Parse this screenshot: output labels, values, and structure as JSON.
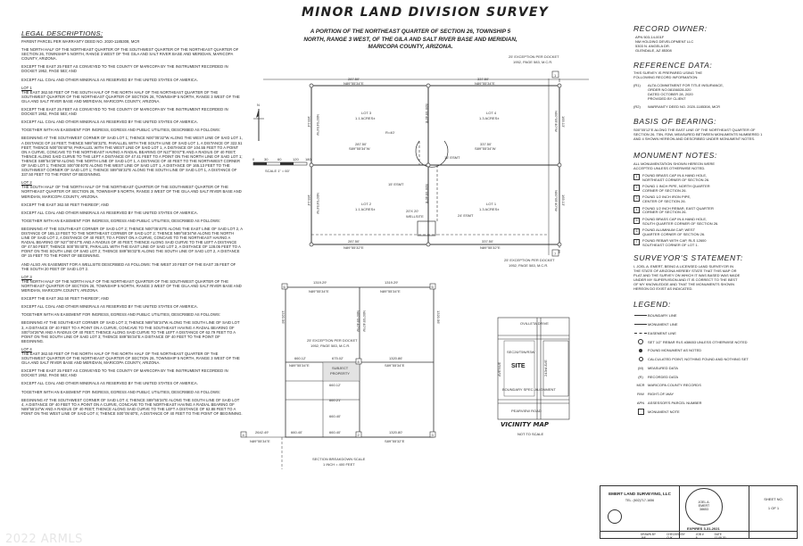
{
  "header": {
    "title": "MINOR LAND DIVISION SURVEY",
    "subtitle_lines": [
      "A PORTION OF THE NORTHEAST QUARTER OF SECTION 26, TOWNSHIP 5",
      "NORTH, RANGE 3 WEST, OF THE GILA AND SALT RIVER BASE AND MERIDIAN,",
      "MARICOPA COUNTY, ARIZONA."
    ]
  },
  "legal": {
    "heading": "LEGAL DESCRIPTIONS:",
    "intro": "PARENT PARCEL PER WARRANTY DEED NO. 2020-1185308, MCR",
    "paragraphs": [
      "THE NORTH HALF OF THE NORTHEAST QUARTER OF THE SOUTHWEST QUARTER OF THE NORTHEAST QUARTER OF SECTION 26, TOWNSHIP 5 NORTH, RANGE 3 WEST OF THE GILA AND SALT RIVER BASE AND MERIDIAN, MARICOPA COUNTY, ARIZONA.",
      "EXCEPT THE EAST 25 FEET AS CONVEYED TO THE COUNTY OF MARICOPA BY THE INSTRUMENT RECORDED IN DOCKET 1952, PAGE 583; AND",
      "EXCEPT ALL COAL AND OTHER MINERALS AS RESERVED BY THE UNITED STATES OF AMERICA."
    ],
    "lot1_heading": "LOT 1",
    "lot1": [
      "THE EAST 362.50 FEET OF THE SOUTH HALF OF THE NORTH HALF OF THE NORTHEAST QUARTER OF THE SOUTHWEST QUARTER OF THE NORTHEAST QUARTER OF SECTION 26, TOWNSHIP 5 NORTH, RANGE 3 WEST OF THE GILA AND SALT RIVER BASE AND MERIDIAN, MARICOPA COUNTY, ARIZONA.",
      "EXCEPT THE EAST 25 FEET AS CONVEYED TO THE COUNTY OF MARICOPA BY THE INSTRUMENT RECORDED IN DOCKET 1952, PAGE 583; AND",
      "EXCEPT ALL COAL AND OTHER MINERALS AS RESERVED BY THE UNITED STATES OF AMERICA.",
      "TOGETHER WITH AN EASEMENT FOR INGRESS, EGRESS AND PUBLIC UTILITIES, DESCRIBED AS FOLLOWS:",
      "BEGINNING AT THE SOUTHWEST CORNER OF SAID LOT 1; THENCE N00°05'32\"W ALONG THE WEST LINE OF SAID LOT 1, A DISTANCE OF 24 FEET; THENCE N89°55'32\"E, PARALLEL WITH THE SOUTH LINE OF SAID LOT 1, A DISTANCE OF 322.51 FEET; THENCE N00°05'40\"W, PARALLEL WITH THE WEST LINE OF SAID LOT 1, A DISTANCE OF 104.55 FEET TO A POINT ON A CURVE, CONCAVE TO THE NORTHEAST HAVING A RADIAL BEARING OF N27°00'47\"E AND A RADIUS OF 40 FEET; THENCE ALONG SAID CURVE TO THE LEFT A DISTANCE OF 47.41 FEET TO A POINT ON THE NORTH LINE OF SAID LOT 1; THENCE S89°54'28\"W ALONG THE NORTH LINE OF SAID LOT 1, A DISTANCE OF 40 FEET TO THE NORTHWEST CORNER OF SAID LOT 1; THENCE S00°05'40\"E ALONG THE WEST LINE OF SAID LOT 1, A DISTANCE OF 165.13 FEET TO THE SOUTHWEST CORNER OF SAID LOT 1; THENCE S89°55'32\"E ALONG THE SOUTH LINE OF SAID LOT 1, A DISTANCE OF 337.50 FEET TO THE POINT OF BEGINNING."
    ],
    "lot2_heading": "LOT 2",
    "lot2": [
      "THE SOUTH HALF OF THE NORTH HALF OF THE NORTHEAST QUARTER OF THE SOUTHWEST QUARTER OF THE NORTHEAST QUARTER OF SECTION 26, TOWNSHIP 5 NORTH, RANGE 3 WEST OF THE GILA AND SALT RIVER BASE AND MERIDIAN, MARICOPA COUNTY, ARIZONA.",
      "EXCEPT THE EAST 362.50 FEET THEREOF; AND",
      "EXCEPT ALL COAL AND OTHER MINERALS AS RESERVED BY THE UNITED STATES OF AMERICA.",
      "TOGETHER WITH AN EASEMENT FOR INGRESS, EGRESS AND PUBLIC UTILITIES, DESCRIBED AS FOLLOWS:",
      "BEGINNING AT THE SOUTHEAST CORNER OF SAID LOT 2; THENCE N00°05'40\"E ALONG THE EAST LINE OF SAID LOT 2, A DISTANCE OF 165.13 FEET TO THE NORTHEAST CORNER OF SAID LOT 2; THENCE N89°55'34\"W ALONG THE NORTH LINE OF SAID LOT 2, A DISTANCE OF 40 FEET, TO A POINT ON A CURVE, CONCAVE TO THE NORTHEAST HAVING A RADIAL BEARING OF N27°00'47\"E AND A RADIUS OF 40 FEET; THENCE ALONG SAID CURVE TO THE LEFT A DISTANCE OF 47.50 FEET; THENCE S00°05'40\"E, PARALLEL WITH THE EAST LINE OF SAID LOT 2, A DISTANCE OF 128.05 FEET TO A POINT ON THE SOUTH LINE OF SAID LOT 2; THENCE S89°55'32\"E ALONG THE SOUTH LINE OF SAID LOT 2, A DISTANCE OF 15 FEET TO THE POINT OF BEGINNING.",
      "AND ALSO AN EASEMENT FOR A WELLSITE DESCRIBED AS FOLLOWS: THE WEST 20 FEET OF THE EAST 35 FEET OF THE SOUTH 20 FEET OF SAID LOT 2."
    ],
    "lot3_heading": "LOT 3",
    "lot3": [
      "THE NORTH HALF OF THE NORTH HALF OF THE NORTHEAST QUARTER OF THE SOUTHWEST QUARTER OF THE NORTHEAST QUARTER OF SECTION 26, TOWNSHIP 5 NORTH, RANGE 3 WEST OF THE GILA AND SALT RIVER BASE AND MERIDIAN, MARICOPA COUNTY, ARIZONA.",
      "EXCEPT THE EAST 362.50 FEET THEREOF; AND",
      "EXCEPT ALL COAL AND OTHER MINERALS AS RESERVED BY THE UNITED STATES OF AMERICA.",
      "TOGETHER WITH AN EASEMENT FOR INGRESS, EGRESS AND PUBLIC UTILITIES, DESCRIBED AS FOLLOWS:",
      "BEGINNING AT THE SOUTHEAST CORNER OF SAID LOT 3; THENCE N89°55'34\"W ALONG THE SOUTH LINE OF SAID LOT 3, A DISTANCE OF 40 FEET TO A POINT ON A CURVE, CONCAVE TO THE SOUTHEAST HAVING A RADIAL BEARING OF S00°04'26\"W AND A RADIUS OF 40 FEET; THENCE ALONG SAID CURVE TO THE LEFT A DISTANCE OF 62.79 FEET TO A POINT ON THE SOUTH LINE OF SAID LOT 3; THENCE S89°55'34\"E A DISTANCE OF 40 FEET TO THE POINT OF BEGINNING."
    ],
    "lot4_heading": "LOT 4",
    "lot4": [
      "THE EAST 362.50 FEET OF THE NORTH HALF OF THE NORTH HALF OF THE NORTHEAST QUARTER OF THE SOUTHWEST QUARTER OF THE NORTHEAST QUARTER OF SECTION 26, TOWNSHIP 5 NORTH, RANGE 3 WEST OF THE GILA AND SALT RIVER BASE AND MERIDIAN, MARICOPA COUNTY, ARIZONA.",
      "EXCEPT THE EAST 25 FEET AS CONVEYED TO THE COUNTY OF MARICOPA BY THE INSTRUMENT RECORDED IN DOCKET 1952, PAGE 583; AND",
      "EXCEPT ALL COAL AND OTHER MINERALS AS RESERVED BY THE UNITED STATES OF AMERICA.",
      "TOGETHER WITH AN EASEMENT FOR INGRESS, EGRESS AND PUBLIC UTILITIES, DESCRIBED AS FOLLOWS:",
      "BEGINNING AT THE SOUTHWEST CORNER OF SAID LOT 4; THENCE S89°55'34\"E ALONG THE SOUTH LINE OF SAID LOT 4, A DISTANCE OF 40 FEET TO A POINT ON A CURVE, CONCAVE TO THE NORTHEAST HAVING A RADIAL BEARING OF N89°55'34\"W AND A RADIUS OF 40 FEET; THENCE ALONG SAID CURVE TO THE LEFT A DISTANCE OF 62.88 FEET TO A POINT ON THE WEST LINE OF SAID LOT 4; THENCE S00°05'40\"E, A DISTANCE OF 40 FEET TO THE POINT OF BEGINNING."
    ]
  },
  "plat": {
    "bearings": {
      "top_left_dist": "287.50'",
      "top_left_brg": "N89°55'34\"E",
      "top_right_dist": "337.50'",
      "top_right_brg": "N89°55'34\"E",
      "mid_left_dist": "287.50'",
      "mid_left_brg": "S89°55'34\"W",
      "mid_right_dist": "337.50'",
      "mid_right_brg": "S89°55'34\"W",
      "bot_left_dist": "287.50'",
      "bot_left_brg": "N89°55'32\"E",
      "bot_right_dist": "337.50'",
      "bot_right_brg": "N89°55'32\"E",
      "left_upper_dist": "165.14'",
      "left_upper_brg": "N00°04'54\"W",
      "left_lower_dist": "165.14'",
      "left_lower_brg": "N00°04'54\"W",
      "right_upper_dist": "165.13'",
      "right_upper_brg": "N00°05'40\"W",
      "right_lower_dist": "165.13'",
      "right_lower_brg": "N00°05'40\"W",
      "mid_upper_brg": "S00°05'40\"E",
      "mid_lower_brg": "S00°05'40\"E"
    },
    "lots": [
      {
        "name": "LOT 3",
        "area": "1.1 ACRES±"
      },
      {
        "name": "LOT 4",
        "area": "1.3 ACRES±"
      },
      {
        "name": "LOT 2",
        "area": "1.1 ACRES±"
      },
      {
        "name": "LOT 1",
        "area": "1.3 ACRES±"
      }
    ],
    "exception_top": [
      "25' EXCEPTION PER DOCKET",
      "1952, PAGE 583, M.C.R."
    ],
    "exception_bottom": [
      "25' EXCEPTION PER DOCKET",
      "1952, PAGE 583, M.C.R."
    ],
    "easement_left": "15' ESMT",
    "easement_right": "15' ESMT",
    "easement_24": "24' ESMT",
    "radius": "R=40'",
    "wellsite": [
      "20'X 20'",
      "WELLSITE"
    ],
    "monument_1": "1",
    "monument_7": "7",
    "scale_ticks": [
      "0",
      "30",
      "60",
      "120",
      "180"
    ],
    "scale_text": "SCALE 1\" = 60'",
    "north_label": "N"
  },
  "section": {
    "top_left_dist": "1319.29'",
    "top_right_dist": "1319.29'",
    "top_left_brg": "N89°55'34\"E",
    "top_right_brg": "N89°55'34\"E",
    "exception": [
      "25' EXCEPTION PER DOCKET",
      "1952, PAGE 583, M.C.R."
    ],
    "dist_660_12": "660.12'",
    "brg_660_12": "N89°55'34\"E",
    "dist_675_02": "675.02'",
    "subject": [
      "SUBJECT",
      "PROPERTY"
    ],
    "dist_1320_86": "1320.86'",
    "brg_1320_86": "S89°55'34\"E",
    "dist_660_12b": "660.12'",
    "dist_660_21": "660.21'",
    "dist_660_40": "660.40'",
    "dist_1320_80": "1320.80'",
    "brg_1320_80": "S89°55'32\"E",
    "dist_2642_49": "2642.49'",
    "brg_2642_49": "N89°55'34\"E",
    "dist_660_40b": "660.40'",
    "dist_660_40c": "660.40'",
    "left_dist": "1320.56'",
    "right_dist": "1320.56'",
    "mid_left_brg": "N00°05'40\"W",
    "mid_right_brg": "N00°05'40\"W",
    "caption": "SECTION BREAKDOWN SCALE",
    "caption2": "1 INCH = 400 FEET",
    "corner_labels": [
      "4",
      "6",
      "5",
      "2",
      "3",
      "8"
    ]
  },
  "vicinity": {
    "title": "VICINITY MAP",
    "scale": "NOT TO SCALE",
    "road_top": "OVILLETA DRIVE",
    "sec": "SEC26/T5N/R3W",
    "site": "SITE",
    "road_left": "AVENUE",
    "road_right": "243rd AVE",
    "alignment": "BOUNDARY SPEC. ALIGNMENT",
    "road_bottom": "PEARVIEW ROAD"
  },
  "record_owner": {
    "heading": "RECORD OWNER:",
    "lines": [
      "APN 503-14-001F",
      "NM HOLDING DEVELOPMENT LLC",
      "5303 N. ANGELA DR.",
      "GLENDALE, AZ 85308"
    ]
  },
  "reference": {
    "heading": "REFERENCE DATA:",
    "intro": [
      "THIS SURVEY IS PREPARED USING THE",
      "FOLLOWING RECORD INFORMATION:"
    ],
    "items": [
      {
        "num": "(R1)",
        "lines": [
          "ALTA COMMITMENT FOR TITLE INSURANCE,",
          "ORDER NO.08156028-020",
          "DATED OCTOBER 28, 2020",
          "PROVIDED BY CLIENT"
        ]
      },
      {
        "num": "(R2)",
        "lines": [
          "WARRANTY DEED NO. 2020-1185308, MCR"
        ]
      }
    ]
  },
  "basis": {
    "heading": "BASIS OF BEARING:",
    "lines": [
      "S00°05'12\"E ALONG THE EAST LINE OF THE NORTHEAST QUARTER OF",
      "SECTION 26, T5N, R3W, MEASURED BETWEEN MONUMENTS NUMBERED 1",
      "AND 4 SHOWN HEREON AND DESCRIBED UNDER MONUMENT NOTES."
    ]
  },
  "monuments": {
    "heading": "MONUMENT NOTES:",
    "intro": [
      "ALL MONUMENTATION SHOWN HEREON WERE",
      "ACCEPTED UNLESS OTHERWISE NOTED."
    ],
    "items": [
      {
        "num": "1",
        "lines": [
          "FOUND BRASS CAP IN A HAND HOLE,",
          "NORTHEAST CORNER OF SECTION 26."
        ]
      },
      {
        "num": "2",
        "lines": [
          "FOUND 1 INCH PIPE, NORTH QUARTER",
          "CORNER OF SECTION 26."
        ]
      },
      {
        "num": "3",
        "lines": [
          "FOUND 1/2 INCH IRON PIPE,",
          "CENTER OF SECTION 26."
        ]
      },
      {
        "num": "4",
        "lines": [
          "FOUND 1/2 INCH REBAR, EAST QUARTER",
          "CORNER OF SECTION 26."
        ]
      },
      {
        "num": "5",
        "lines": [
          "FOUND BRASS CAP IN A HAND HOLE,",
          "SOUTH QUARTER CORNER OF SECTION 26."
        ]
      },
      {
        "num": "6",
        "lines": [
          "FOUND ALUMINUM CAP, WEST",
          "QUARTER CORNER OF SECTION 26."
        ]
      },
      {
        "num": "7",
        "lines": [
          "FOUND REBAR WITH CAP, RLS 12600",
          "SOUTHEAST CORNER OF LOT 1."
        ]
      }
    ]
  },
  "surveyor": {
    "heading": "SURVEYOR'S STATEMENT:",
    "lines": [
      "I, JOEL A. EMERT, BEING A LICENSED LAND SURVEYOR IN",
      "THE STATE OF ARIZONA HEREBY STATE THAT THIS MAP OR",
      "PLAT AND THE SURVEY ON WHICH IT WAS BASED WAS MADE",
      "UNDER MY SUPERVISION AND IT IS CORRECT TO THE BEST",
      "OF MY KNOWLEDGE AND THAT THE MONUMENTS SHOWN",
      "HEREON DO EXIST AS INDICATED."
    ]
  },
  "legend": {
    "heading": "LEGEND:",
    "items": [
      {
        "sym": "line-boundary",
        "label": "BOUNDARY LINE"
      },
      {
        "sym": "line-monument",
        "label": "MONUMENT LINE"
      },
      {
        "sym": "line-easement",
        "label": "EASEMENT LINE"
      },
      {
        "sym": "circle-set",
        "label": "SET 1/2\" REBAR RLS #38653 UNLESS OTHERWISE NOTED"
      },
      {
        "sym": "dot-found",
        "label": "FOUND MONUMENT AS NOTED"
      },
      {
        "sym": "circle-calc",
        "label": "CALCULATED POINT, NOTHING FOUND AND NOTHING SET"
      },
      {
        "sym": "(M)",
        "label": "MEASURED DATA"
      },
      {
        "sym": "(R)",
        "label": "RECORDED DATA"
      },
      {
        "sym": "MCR",
        "label": "MARICOPA COUNTY RECORDS"
      },
      {
        "sym": "R/W",
        "label": "RIGHT-OF-WAY"
      },
      {
        "sym": "APN",
        "label": "ASSESSOR'S PARCEL NUMBER"
      },
      {
        "sym": "box-1",
        "label": "MONUMENT NOTE"
      }
    ]
  },
  "title_block": {
    "company": "EMERT LAND SURVEYING, LLC",
    "company_sub": "TEL. (602)717-1656",
    "expires": "EXPIRES 3-31-2021",
    "sheet_label": "SHEET NO.",
    "sheet_value": "1  OF  1",
    "drawn_label": "DRAWN BY",
    "drawn_value": "JAE",
    "checked_label": "CHECKED BY",
    "checked_value": "CUK",
    "job_label": "JOB #",
    "job_value": "8",
    "date_label": "DATE",
    "date_value": "12-08-20",
    "seal_text": [
      "JOEL A.",
      "EMERT",
      "38653"
    ]
  },
  "watermark": "2022 ARMLS"
}
